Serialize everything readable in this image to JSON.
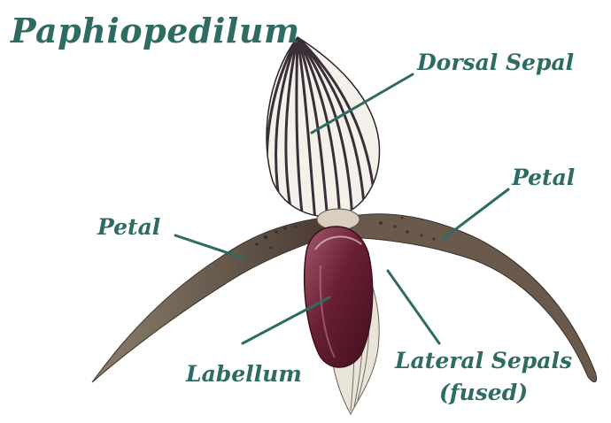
{
  "title": "Paphiopedilum",
  "labels": {
    "dorsal_sepal": "Dorsal Sepal",
    "petal_left": "Petal",
    "petal_right": "Petal",
    "labellum": "Labellum",
    "lateral_sepals_line1": "Lateral Sepals",
    "lateral_sepals_line2": "(fused)"
  },
  "colors": {
    "label_text": "#2e6b63",
    "leader_line": "#2e6b63",
    "labellum": "#6b1f33",
    "petal": "#5a4a3e",
    "sepal_stripe": "#3a2f38",
    "background": "#ffffff"
  }
}
